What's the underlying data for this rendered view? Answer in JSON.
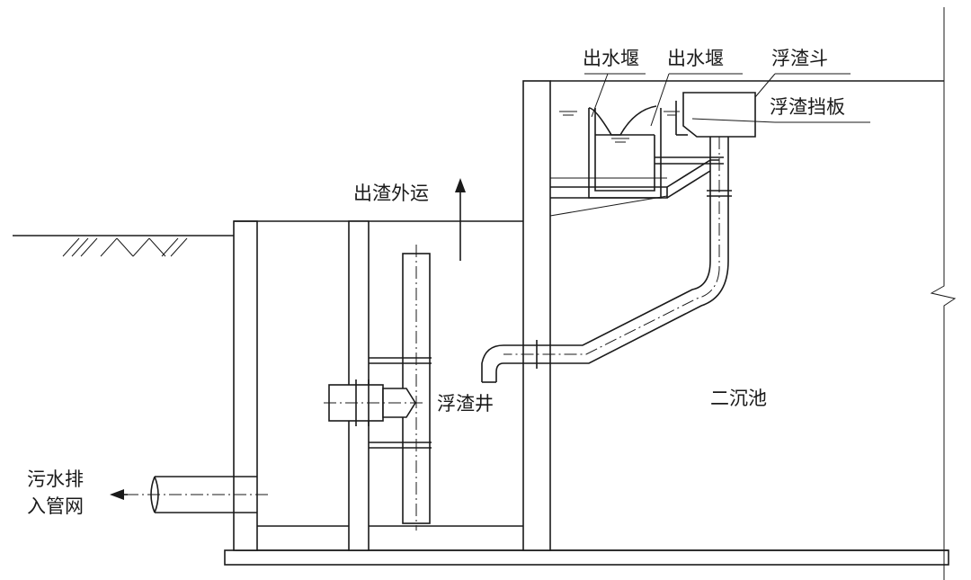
{
  "labels": {
    "weir_1": "出水堰",
    "weir_2": "出水堰",
    "scum_hopper": "浮渣斗",
    "scum_baffle": "浮渣挡板",
    "scum_export": "出渣外运",
    "scum_well": "浮渣井",
    "secondary_clarifier": "二沉池",
    "sewer_line_1": "污水排",
    "sewer_line_2": "入管网"
  }
}
